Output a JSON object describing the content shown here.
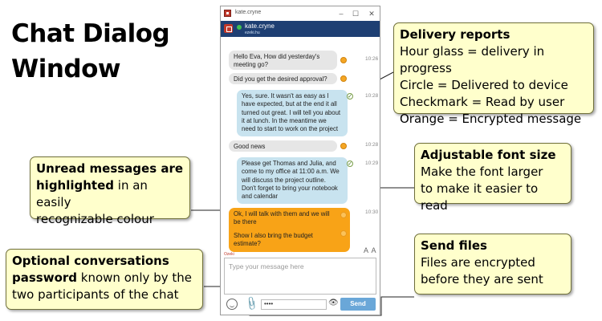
{
  "headline": {
    "line1": "Chat Dialog",
    "line2": "Window"
  },
  "window": {
    "title": "kate.cryne",
    "controls": {
      "minimize": "–",
      "maximize": "☐",
      "close": "✕"
    },
    "header": {
      "name": "kate.cryne",
      "subtitle": "ezeki.hu"
    }
  },
  "messages": [
    {
      "lines": [
        "Hello Eva, How did yesterday's",
        "meeting go?"
      ],
      "time": "10:26",
      "type": "incoming",
      "status": "encrypted"
    },
    {
      "lines": [
        "Did you get the desired approval?"
      ],
      "time": "",
      "type": "incoming",
      "status": "encrypted"
    },
    {
      "lines": [
        "Yes, sure. It wasn't as easy as I",
        "have expected, but at the end it all",
        "turned out great. I will tell you about",
        "it at lunch. In the meantime we",
        "need to start to work on the project"
      ],
      "time": "10:28",
      "type": "outgoing",
      "status": "read"
    },
    {
      "lines": [
        "Good news"
      ],
      "time": "10:28",
      "type": "incoming",
      "status": "encrypted"
    },
    {
      "lines": [
        "Please get Thomas and Julia, and",
        "come to my office at 11:00 a.m. We",
        "will discuss the project outline.",
        "Don't forget to bring your notebook",
        "and calendar"
      ],
      "time": "10:29",
      "type": "outgoing",
      "status": "read"
    },
    {
      "lines": [
        "Ok, I will talk with them and we will",
        "be there"
      ],
      "time": "10:30",
      "type": "unread",
      "status": "encrypted"
    },
    {
      "lines": [
        "Show I also bring the budget",
        "estimate?"
      ],
      "time": "",
      "type": "unread",
      "status": "encrypted"
    }
  ],
  "author_label": "Ozeki",
  "font_size_label": "A A",
  "input": {
    "placeholder": "Type your message here"
  },
  "password": {
    "value": "••••"
  },
  "send_label": "Send",
  "callouts": {
    "delivery": {
      "title": "Delivery reports",
      "lines": [
        "Hour glass = delivery in progress",
        "Circle = Delivered to device",
        "Checkmark = Read by user",
        "Orange = Encrypted message"
      ]
    },
    "unread": {
      "bold1": "Unread messages are",
      "bold2": "highlighted",
      "rest2": " in an easily",
      "line3": "recognizable colour"
    },
    "font": {
      "title": "Adjustable font size",
      "lines": [
        "Make the font larger",
        "to make it easier to read"
      ]
    },
    "password": {
      "bold1": "Optional conversations",
      "bold2": "password",
      "rest2": " known only by the",
      "line3": "two participants of the chat"
    },
    "files": {
      "title": "Send files",
      "lines": [
        "Files are encrypted",
        "before they are sent"
      ]
    }
  },
  "colors": {
    "header": "#1e3f73",
    "incoming": "#e6e6e6",
    "outgoing": "#c8e3ef",
    "unread": "#f8a317",
    "send": "#6aa7d8",
    "callout": "#ffffcc"
  }
}
